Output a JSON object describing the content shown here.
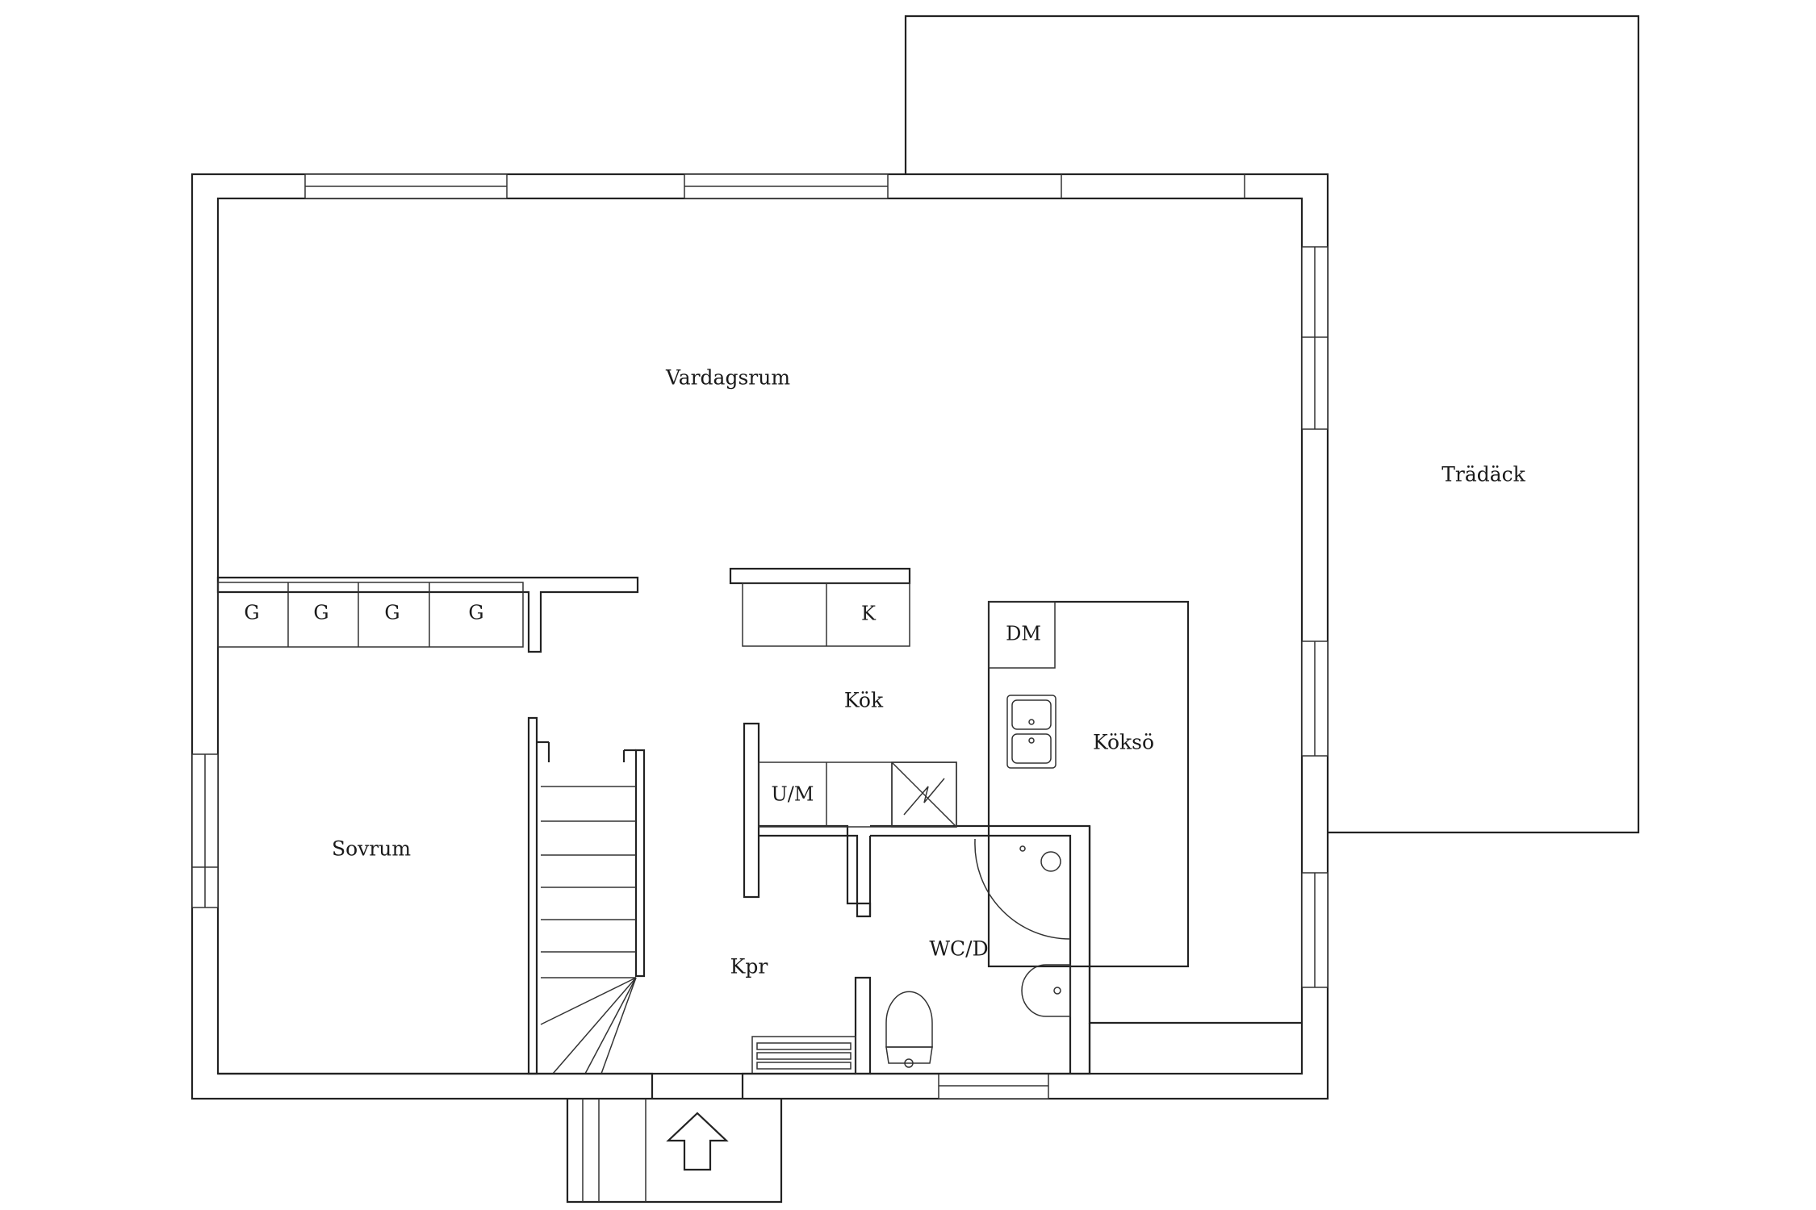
{
  "rooms": {
    "vardagsrum": "Vardagsrum",
    "tradack": "Trädäck",
    "sovrum": "Sovrum",
    "kok": "Kök",
    "kokso": "Köksö",
    "kpr": "Kpr",
    "wcd": "WC/D"
  },
  "fixtures": {
    "wardrobe_1": "G",
    "wardrobe_2": "G",
    "wardrobe_3": "G",
    "wardrobe_4": "G",
    "fridge": "K",
    "dishwasher": "DM",
    "oven_micro": "U/M"
  },
  "icons": {
    "entrance": "entrance-arrow-icon",
    "sink": "double-sink-icon",
    "stove": "stove-icon",
    "toilet": "toilet-icon",
    "basin": "washbasin-icon",
    "shower": "shower-icon",
    "radiator": "radiator-icon"
  },
  "colors": {
    "line": "#222222",
    "background": "#ffffff"
  }
}
